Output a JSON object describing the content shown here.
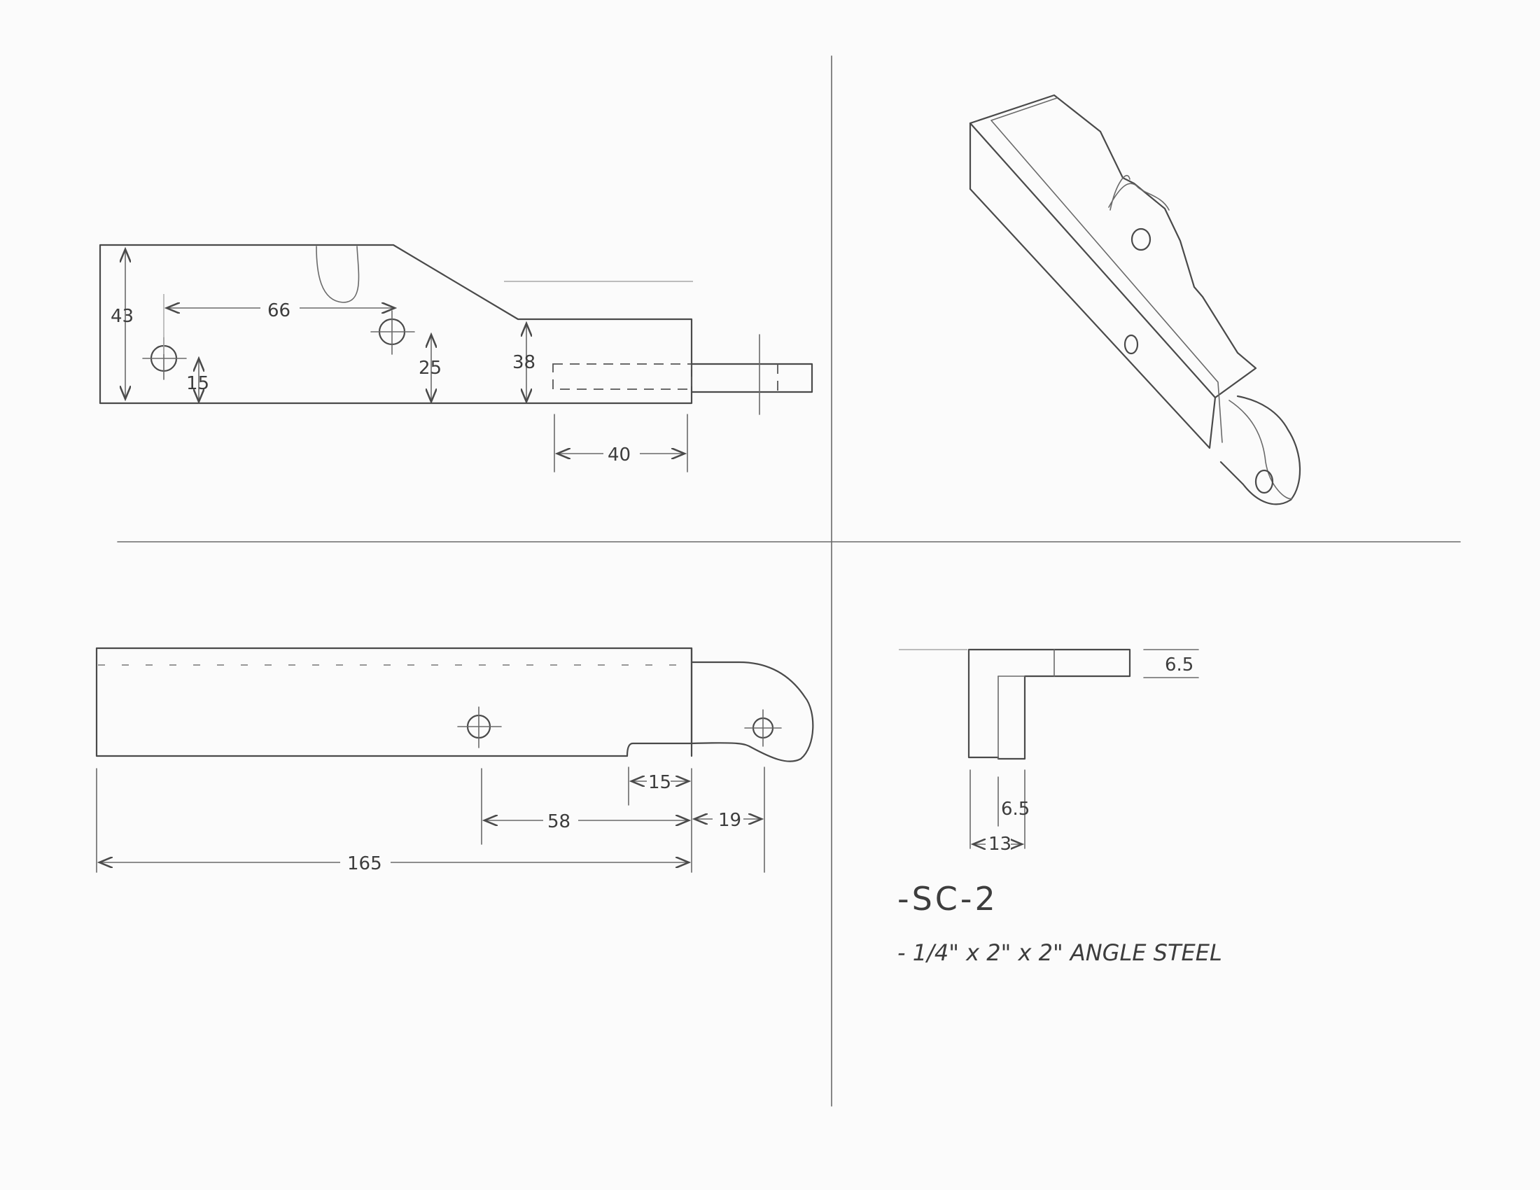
{
  "views": {
    "side_view": {
      "dims": {
        "height": "43",
        "hole_spacing": "66",
        "hole_left_height": "15",
        "hole_right_height": "25",
        "tongue_height": "38",
        "slot_length": "40"
      }
    },
    "bottom_view": {
      "dims": {
        "total_length": "165",
        "hole_to_end": "58",
        "notch": "15",
        "tab": "19"
      }
    },
    "section_view": {
      "dims": {
        "thickness_top": "6.5",
        "thickness_side": "6.5",
        "leg_width": "13"
      }
    }
  },
  "notes": {
    "part_number": "-SC-2",
    "material": "- 1/4\" x 2\" x 2\"  ANGLE STEEL"
  }
}
